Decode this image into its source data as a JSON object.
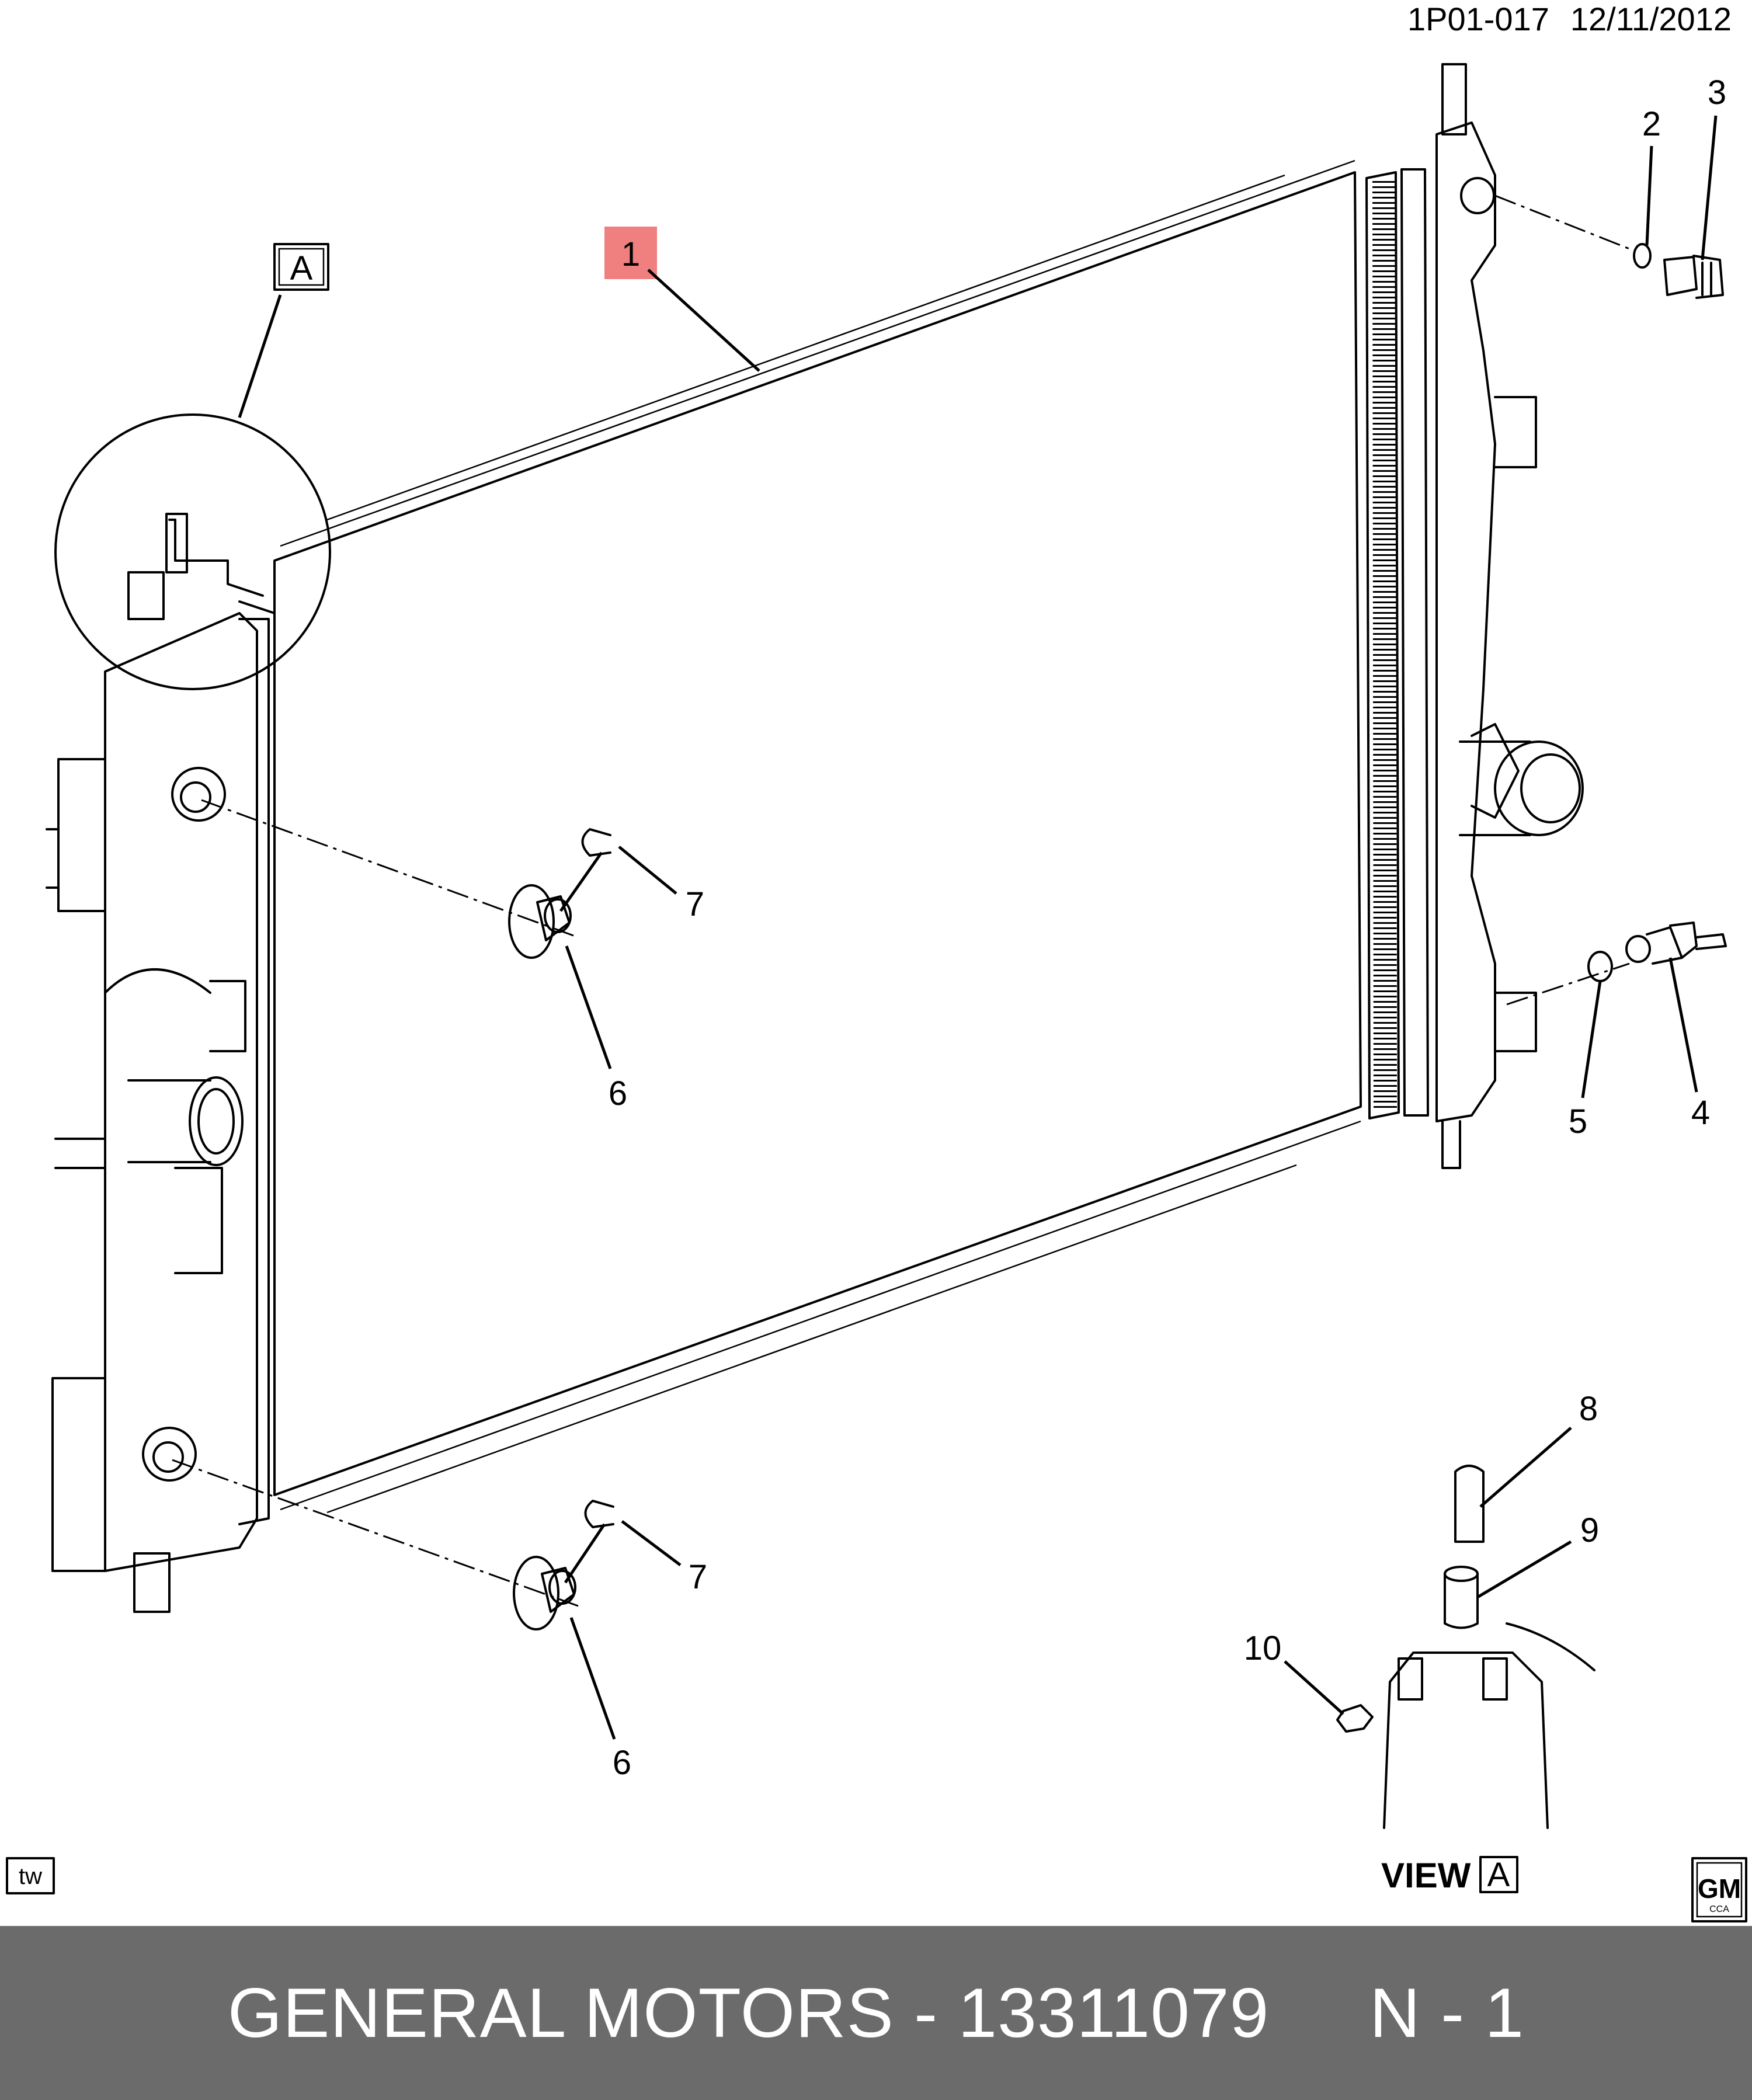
{
  "header": {
    "code": "1P01-017",
    "date": "12/11/2012"
  },
  "detail_ref": {
    "letter": "A"
  },
  "callouts": {
    "c1": "1",
    "c2": "2",
    "c3": "3",
    "c4": "4",
    "c5": "5",
    "c6_upper": "6",
    "c6_lower": "6",
    "c7_upper": "7",
    "c7_lower": "7",
    "c8": "8",
    "c9": "9",
    "c10": "10"
  },
  "view_label": {
    "word": "VIEW",
    "letter": "A"
  },
  "corner_tag": "tw",
  "logo": {
    "mark": "GM",
    "sub": "CCA"
  },
  "highlight_color": "#f08080",
  "footer": {
    "text": "GENERAL MOTORS - 13311079     N - 1",
    "background": "#6b6b6b"
  }
}
